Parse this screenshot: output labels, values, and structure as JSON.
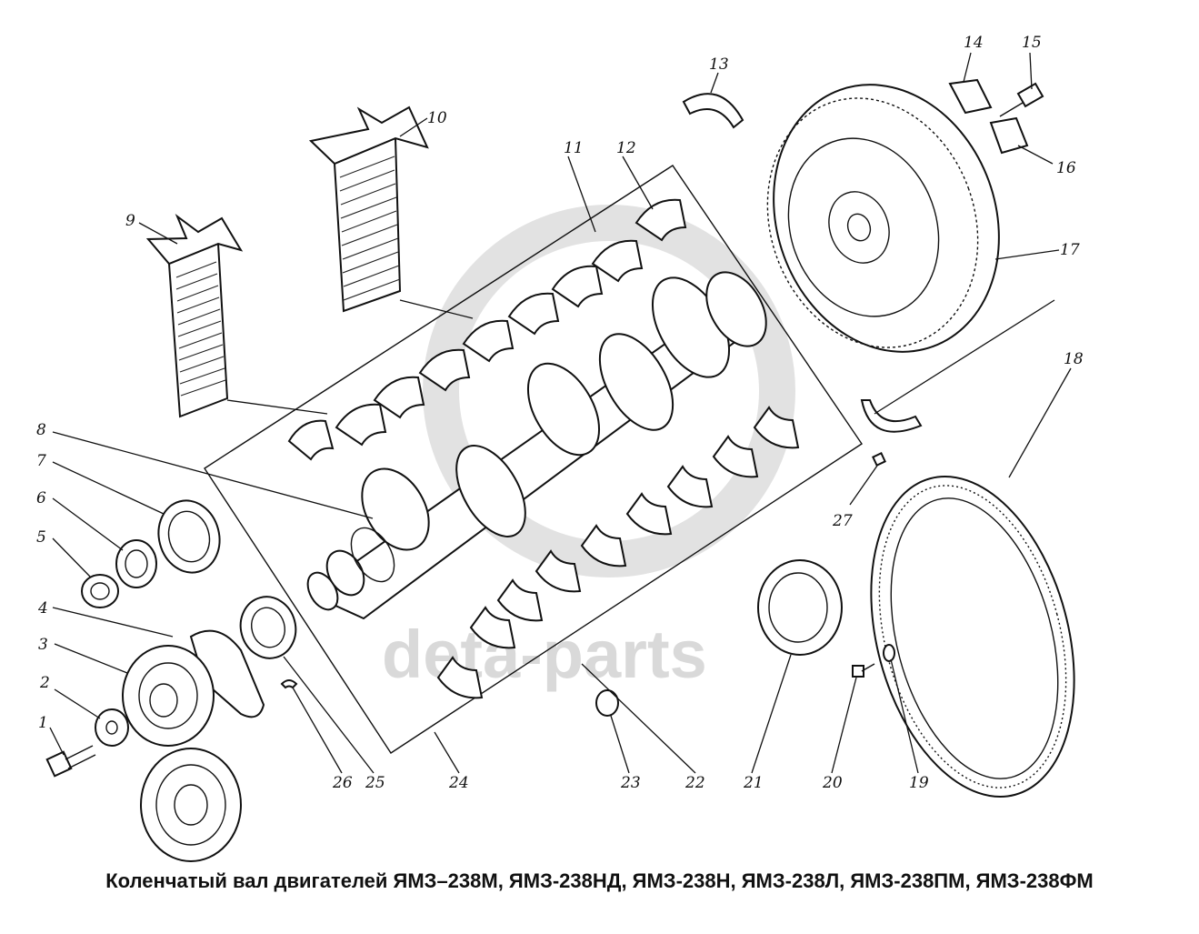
{
  "caption": "Коленчатый вал двигателей ЯМЗ–238М, ЯМЗ-238НД, ЯМЗ-238Н, ЯМЗ-238Л, ЯМЗ-238ПМ, ЯМЗ-238ФМ",
  "watermark": {
    "text": "deta-parts",
    "color": "#d9d9d9"
  },
  "callouts": {
    "n1": "1",
    "n2": "2",
    "n3": "3",
    "n4": "4",
    "n5": "5",
    "n6": "6",
    "n7": "7",
    "n8": "8",
    "n9": "9",
    "n10": "10",
    "n11": "11",
    "n12": "12",
    "n13": "13",
    "n14": "14",
    "n15": "15",
    "n16": "16",
    "n17": "17",
    "n18": "18",
    "n19": "19",
    "n20": "20",
    "n21": "21",
    "n22": "22",
    "n23": "23",
    "n24": "24",
    "n25": "25",
    "n26": "26",
    "n27": "27"
  }
}
